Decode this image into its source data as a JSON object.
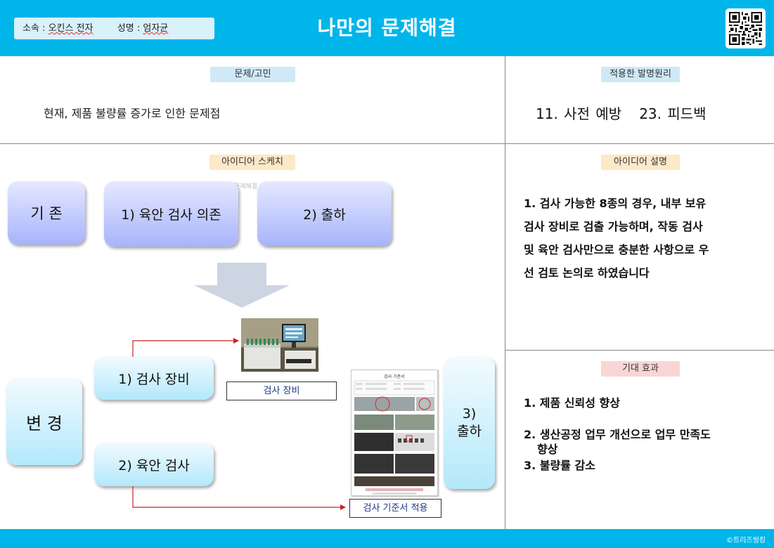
{
  "header": {
    "affiliation_label": "소속 :",
    "affiliation_value": "오킨스 전자",
    "name_label": "성명 :",
    "name_value": "엄자균",
    "title": "나만의 문제해결",
    "qr_icon": "qr-code-icon"
  },
  "problem": {
    "label": "문제/고민",
    "text": "현재, 제품 불량률 증가로 인한 문제점"
  },
  "principle": {
    "label": "적용한 발명원리",
    "text": "11. 사전 예방   23. 피드백"
  },
  "sketch": {
    "label": "아이디어 스케치",
    "faint_text": "문제해결 아",
    "existing": {
      "label": "기 존",
      "steps": [
        "1) 육안 검사 의존",
        "2) 출하"
      ]
    },
    "change": {
      "label": "변 경",
      "step1": "1) 검사 장비",
      "step2": "2) 육안 검사",
      "step3_line1": "3)",
      "step3_line2": "출하",
      "equipment_caption": "검사 장비",
      "standard_caption": "검사 기준서 적용",
      "doc_title": "검사 기준서"
    }
  },
  "idea": {
    "label": "아이디어 설명",
    "lines": [
      "1. 검사 가능한 8종의 경우, 내부 보유",
      "검사 장비로 검출 가능하며, 작동 검사",
      "및 육안 검사만으로 충분한 사항으로 우",
      "선 검토 논의로 하였습니다"
    ]
  },
  "effect": {
    "label": "기대 효과",
    "item1": "1. 제품 신뢰성 향상",
    "item2_line1": "2. 생산공정 업무 개선으로 업무 만족도",
    "item2_line2": "향상",
    "item3": "3. 불량률 감소"
  },
  "footer": {
    "copyright": "©트리즈씽킹"
  },
  "colors": {
    "header_bg": "#00b5ea",
    "arrow_red": "#cc2222",
    "down_arrow": "#cdd4e2"
  }
}
